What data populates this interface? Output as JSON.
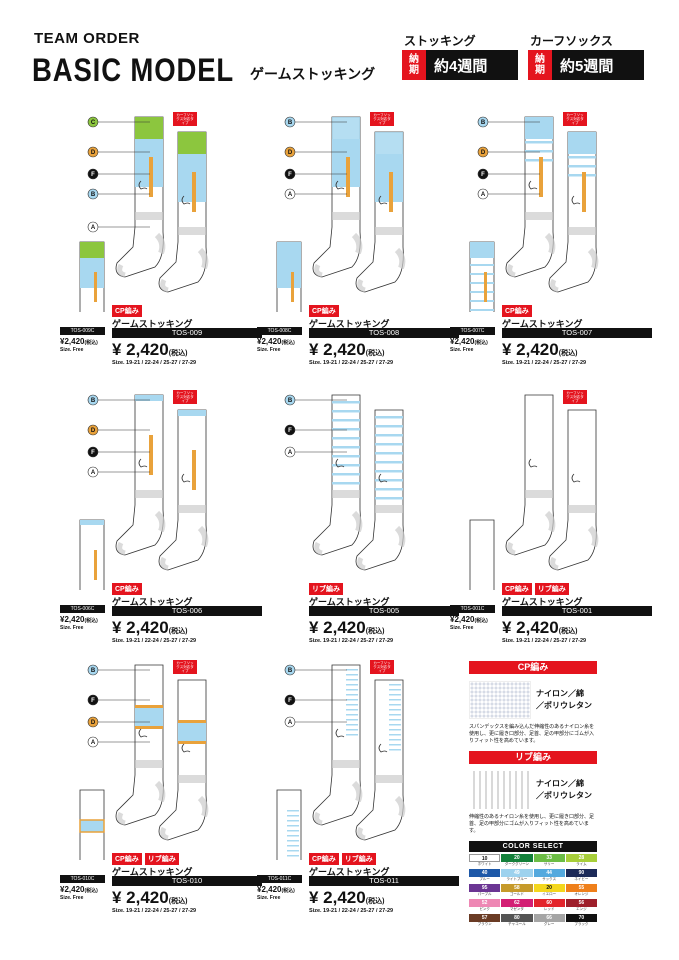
{
  "header": {
    "subtitle": "TEAM ORDER",
    "title": "BASIC MODEL",
    "category": "ゲームストッキング"
  },
  "lead_times": [
    {
      "label": "ストッキング",
      "tag_top": "納",
      "tag_bottom": "期",
      "value": "約4週間"
    },
    {
      "label": "カーフソックス",
      "tag_top": "納",
      "tag_bottom": "期",
      "value": "約5週間"
    }
  ],
  "badge_text": "カーフソックス対応タイプ",
  "products": [
    {
      "tags": [
        "CP編み"
      ],
      "name": "ゲームストッキング",
      "code": "TOS-009",
      "price": "¥ 2,420",
      "tax": "(税込)",
      "size": "Size. 19-21 / 22-24 / 25-27 / 27-29",
      "sub_code": "TOS-009C",
      "sub_price": "¥2,420",
      "sub_tax": "(税込)",
      "sub_size": "Size. Free",
      "markers": [
        "C",
        "D",
        "F",
        "B",
        "A"
      ]
    },
    {
      "tags": [
        "CP編み"
      ],
      "name": "ゲームストッキング",
      "code": "TOS-008",
      "price": "¥ 2,420",
      "tax": "(税込)",
      "size": "Size. 19-21 / 22-24 / 25-27 / 27-29",
      "sub_code": "TOS-008C",
      "sub_price": "¥2,420",
      "sub_tax": "(税込)",
      "sub_size": "Size. Free",
      "markers": [
        "B",
        "D",
        "F",
        "A"
      ]
    },
    {
      "tags": [
        "CP編み"
      ],
      "name": "ゲームストッキング",
      "code": "TOS-007",
      "price": "¥ 2,420",
      "tax": "(税込)",
      "size": "Size. 19-21 / 22-24 / 25-27 / 27-29",
      "sub_code": "TOS-007C",
      "sub_price": "¥2,420",
      "sub_tax": "(税込)",
      "sub_size": "Size. Free",
      "markers": [
        "B",
        "D",
        "F",
        "A"
      ]
    },
    {
      "tags": [
        "CP編み"
      ],
      "name": "ゲームストッキング",
      "code": "TOS-006",
      "price": "¥ 2,420",
      "tax": "(税込)",
      "size": "Size. 19-21 / 22-24 / 25-27 / 27-29",
      "sub_code": "TOS-006C",
      "sub_price": "¥2,420",
      "sub_tax": "(税込)",
      "sub_size": "Size. Free",
      "markers": [
        "B",
        "D",
        "F",
        "A"
      ]
    },
    {
      "tags": [
        "リブ編み"
      ],
      "name": "ゲームストッキング",
      "code": "TOS-005",
      "price": "¥ 2,420",
      "tax": "(税込)",
      "size": "Size. 19-21 / 22-24 / 25-27 / 27-29",
      "sub_code": "",
      "sub_price": "",
      "sub_tax": "",
      "sub_size": "",
      "markers": [
        "B",
        "F",
        "A"
      ]
    },
    {
      "tags": [
        "CP編み",
        "リブ編み"
      ],
      "name": "ゲームストッキング",
      "code": "TOS-001",
      "price": "¥ 2,420",
      "tax": "(税込)",
      "size": "Size. 19-21 / 22-24 / 25-27 / 27-29",
      "sub_code": "TOS-001C",
      "sub_price": "¥2,420",
      "sub_tax": "(税込)",
      "sub_size": "Size. Free",
      "markers": []
    },
    {
      "tags": [
        "CP編み",
        "リブ編み"
      ],
      "name": "ゲームストッキング",
      "code": "TOS-010",
      "price": "¥ 2,420",
      "tax": "(税込)",
      "size": "Size. 19-21 / 22-24 / 25-27 / 27-29",
      "sub_code": "TOS-010C",
      "sub_price": "¥2,420",
      "sub_tax": "(税込)",
      "sub_size": "Size. Free",
      "markers": [
        "B",
        "F",
        "D",
        "A"
      ]
    },
    {
      "tags": [
        "CP編み",
        "リブ編み"
      ],
      "name": "ゲームストッキング",
      "code": "TOS-011",
      "price": "¥ 2,420",
      "tax": "(税込)",
      "size": "Size. 19-21 / 22-24 / 25-27 / 27-29",
      "sub_code": "TOS-011C",
      "sub_price": "¥2,420",
      "sub_tax": "(税込)",
      "sub_size": "Size. Free",
      "markers": [
        "B",
        "F",
        "A"
      ]
    }
  ],
  "materials": {
    "cp": {
      "heading": "CP編み",
      "line1": "ナイロン／綿",
      "line2": "／ポリウレタン",
      "description": "スパンデックスを編み込んだ伸縮性のあるナイロン糸を使用し、更に履き口部分、足首、足の甲部分にゴムが入りフィット性を高めています。"
    },
    "rib": {
      "heading": "リブ編み",
      "line1": "ナイロン／綿",
      "line2": "／ポリウレタン",
      "description": "伸縮性のあるナイロン糸を使用し、更に履き口部分、足首、足の甲部分にゴムが入りフィット性を高めています。"
    }
  },
  "color_select": {
    "heading": "COLOR SELECT",
    "colors": [
      {
        "code": "10",
        "name": "ホワイト",
        "hex": "#ffffff",
        "text": "#111111"
      },
      {
        "code": "20",
        "name": "ダークグリーン",
        "hex": "#13803a",
        "text": "#ffffff"
      },
      {
        "code": "33",
        "name": "サリー",
        "hex": "#6cbd45",
        "text": "#ffffff"
      },
      {
        "code": "28",
        "name": "ライム",
        "hex": "#a8cf3a",
        "text": "#ffffff"
      },
      {
        "code": "40",
        "name": "ブルー",
        "hex": "#1d58a8",
        "text": "#ffffff"
      },
      {
        "code": "49",
        "name": "ライトブルー",
        "hex": "#9dd2ee",
        "text": "#ffffff"
      },
      {
        "code": "44",
        "name": "サックス",
        "hex": "#54a9de",
        "text": "#ffffff"
      },
      {
        "code": "90",
        "name": "ネイビー",
        "hex": "#1c2a58",
        "text": "#ffffff"
      },
      {
        "code": "95",
        "name": "パープル",
        "hex": "#6b3593",
        "text": "#ffffff"
      },
      {
        "code": "58",
        "name": "ゴールド",
        "hex": "#c69a2a",
        "text": "#ffffff"
      },
      {
        "code": "20",
        "name": "イエロー",
        "hex": "#f4d71d",
        "text": "#111111"
      },
      {
        "code": "55",
        "name": "オレンジ",
        "hex": "#ef7f1a",
        "text": "#ffffff"
      },
      {
        "code": "52",
        "name": "ピンク",
        "hex": "#ee87b4",
        "text": "#ffffff"
      },
      {
        "code": "62",
        "name": "マゼンタ",
        "hex": "#d31f74",
        "text": "#ffffff"
      },
      {
        "code": "60",
        "name": "レッド",
        "hex": "#e3242b",
        "text": "#ffffff"
      },
      {
        "code": "56",
        "name": "エンジ",
        "hex": "#9e1f2b",
        "text": "#ffffff"
      },
      {
        "code": "57",
        "name": "ブラウン",
        "hex": "#6a3b24",
        "text": "#ffffff"
      },
      {
        "code": "80",
        "name": "チャコール",
        "hex": "#545454",
        "text": "#ffffff"
      },
      {
        "code": "66",
        "name": "グレー",
        "hex": "#a5a5a5",
        "text": "#ffffff"
      },
      {
        "code": "70",
        "name": "ブラック",
        "hex": "#111111",
        "text": "#ffffff"
      }
    ]
  },
  "palette": {
    "red": "#e4141e",
    "lime": "#8cc63e",
    "sky": "#a8d8f0",
    "orange": "#e9a23b",
    "gray": "#cccccc"
  }
}
